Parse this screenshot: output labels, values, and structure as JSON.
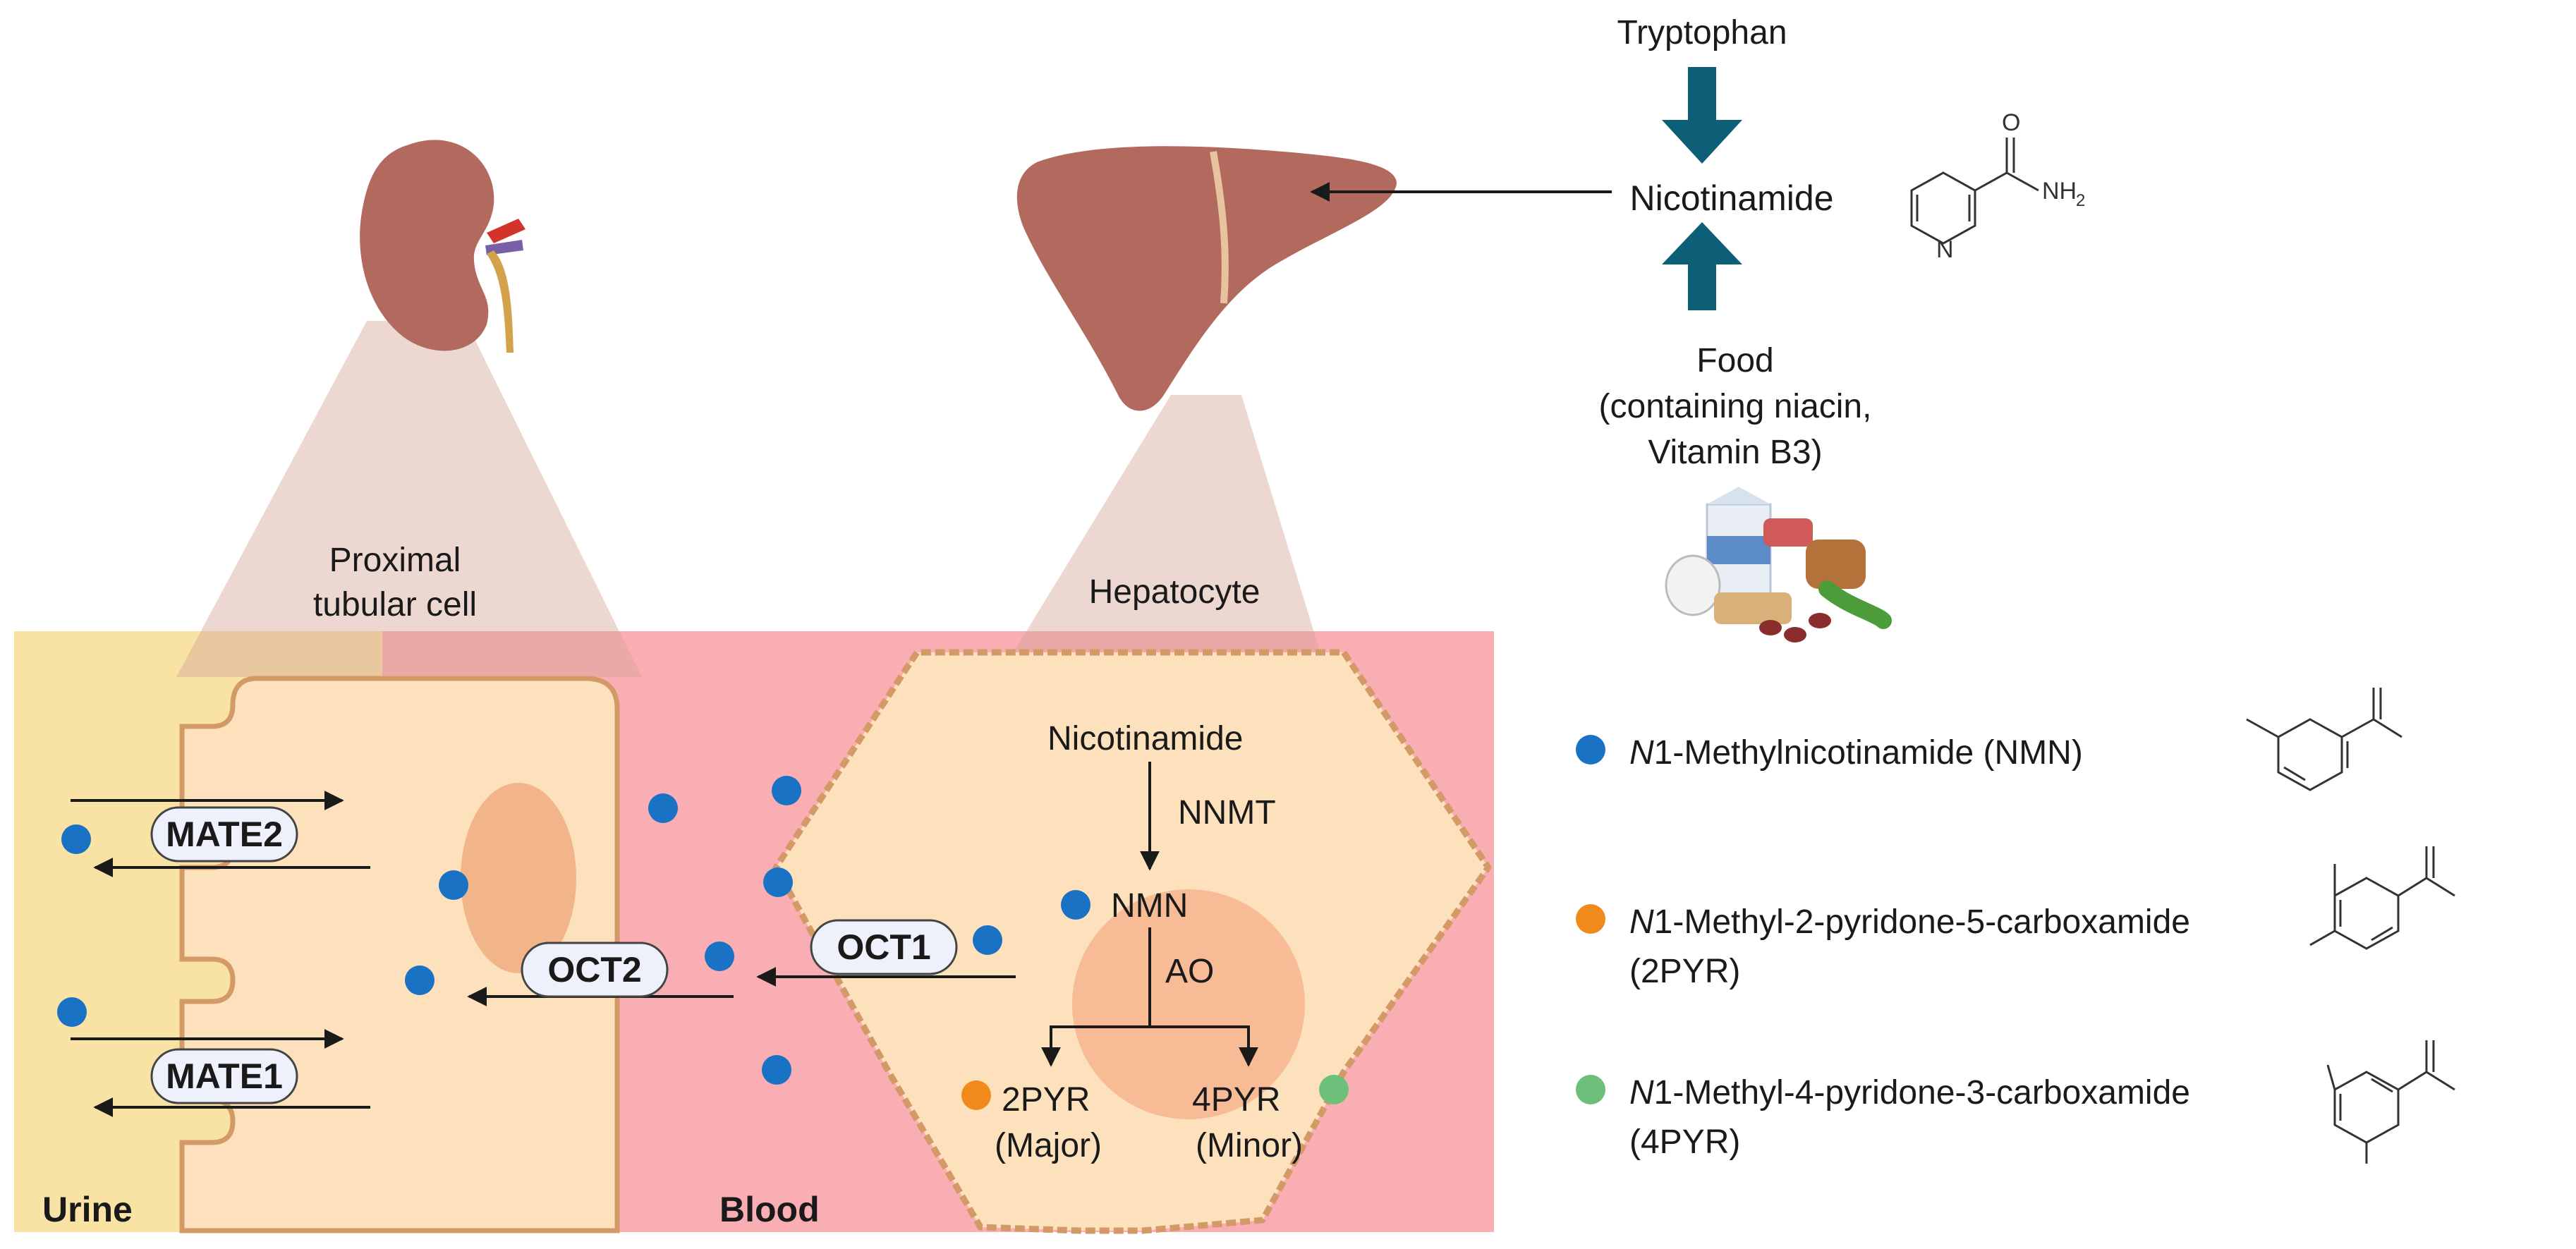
{
  "kidney_label": [
    "Proximal",
    "tubular cell"
  ],
  "hepatocyte_label": "Hepatocyte",
  "region_urine": "Urine",
  "region_blood": "Blood",
  "transporters": {
    "mate2": "MATE2",
    "mate1": "MATE1",
    "oct2": "OCT2",
    "oct1": "OCT1"
  },
  "pathway": {
    "nicotinamide": "Nicotinamide",
    "nnmt": "NNMT",
    "nmn": "NMN",
    "ao": "AO",
    "pyr2": "2PYR",
    "pyr2_note": "(Major)",
    "pyr4": "4PYR",
    "pyr4_note": "(Minor)"
  },
  "sources": {
    "tryptophan": "Tryptophan",
    "nicotinamide": "Nicotinamide",
    "food_lines": [
      "Food",
      "(containing niacin,",
      "Vitamin B3)"
    ]
  },
  "legend": [
    {
      "italic": "N",
      "rest": "1-Methylnicotinamide (NMN)",
      "line2": "",
      "color": "#1a72c4"
    },
    {
      "italic": "N",
      "rest": "1-Methyl-2-pyridone-5-carboxamide",
      "line2": "(2PYR)",
      "color": "#f08a1c"
    },
    {
      "italic": "N",
      "rest": "1-Methyl-4-pyridone-3-carboxamide",
      "line2": "(4PYR)",
      "color": "#6cc07a"
    }
  ],
  "chem_labels": {
    "o": "O",
    "n": "N",
    "nh2": "NH",
    "sub2": "2"
  },
  "colors": {
    "urine": "#f8e3a4",
    "blood": "#f8aeb2",
    "cell": "#fde0bc",
    "cell_border": "#d39a68",
    "nmn": "#1a72c4",
    "pyr2": "#f08a1c",
    "pyr4": "#6cc07a",
    "arrow_teal": "#0d5f78",
    "organ": "#b36a5e"
  }
}
